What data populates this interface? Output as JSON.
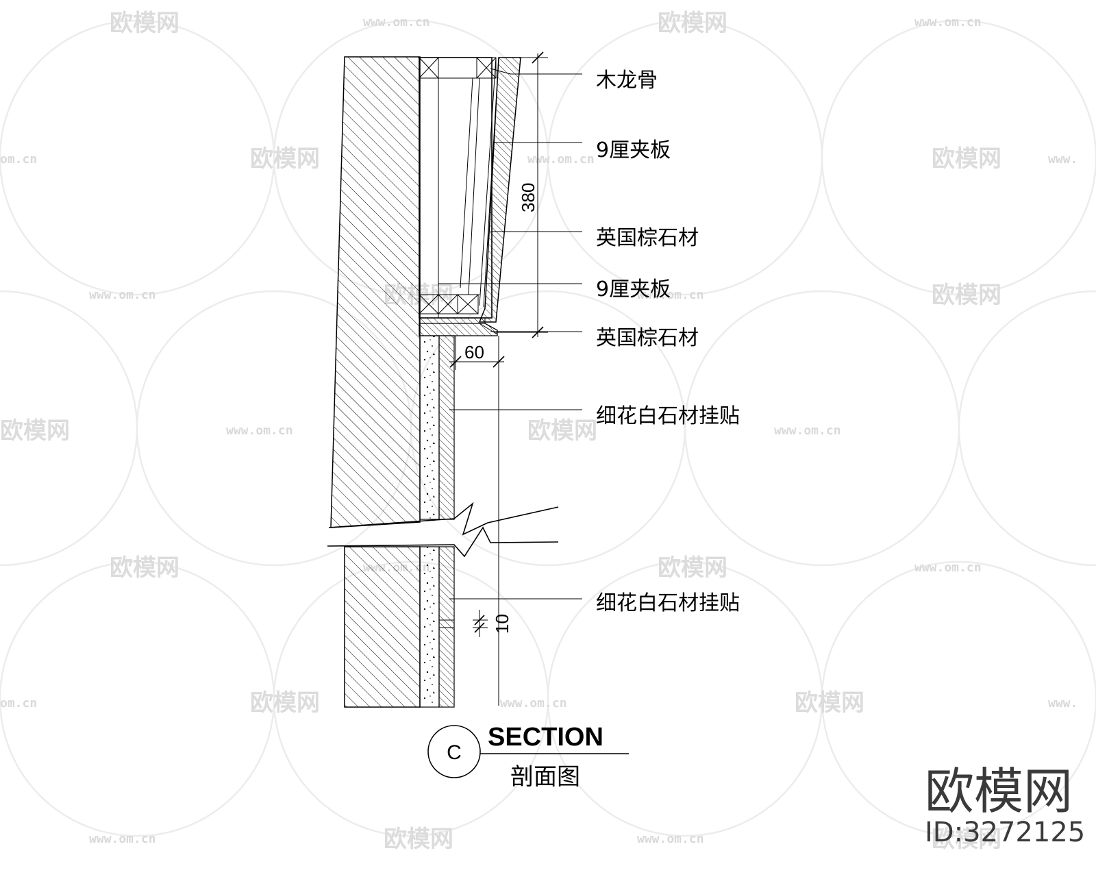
{
  "watermark": {
    "logo_text": "欧模网",
    "url_text": "www.om.cn",
    "url_partial": "om.cn",
    "url_prefix": "www."
  },
  "labels": {
    "wood_keel": "木龙骨",
    "plywood_top": "9厘夹板",
    "british_brown_top": "英国棕石材",
    "plywood_bottom": "9厘夹板",
    "british_brown_bottom": "英国棕石材",
    "white_stone_upper": "细花白石材挂贴",
    "white_stone_lower": "细花白石材挂贴"
  },
  "dimensions": {
    "height": "380",
    "projection": "60",
    "gap": "10"
  },
  "title": {
    "marker": "C",
    "section_en": "SECTION",
    "section_cn": "剖面图"
  },
  "brand": {
    "name": "欧模网",
    "id": "ID:3272125"
  }
}
